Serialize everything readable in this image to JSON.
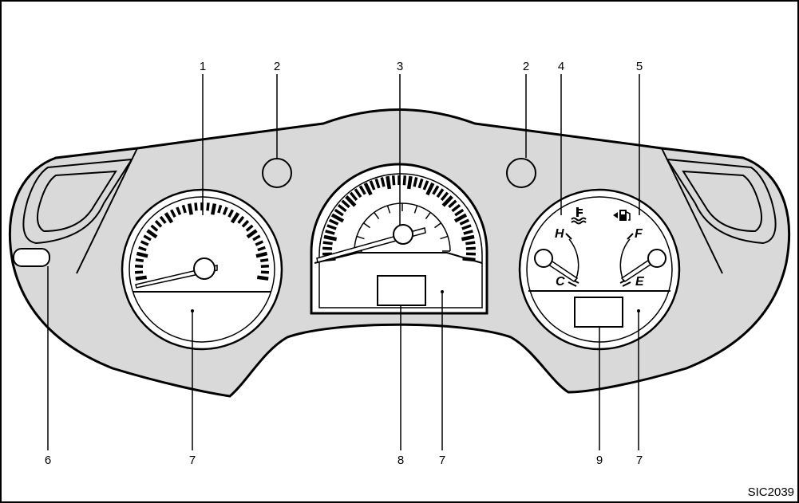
{
  "callouts": [
    {
      "label": "1"
    },
    {
      "label": "2"
    },
    {
      "label": "3"
    },
    {
      "label": "2"
    },
    {
      "label": "4"
    },
    {
      "label": "5"
    },
    {
      "label": "6"
    },
    {
      "label": "7"
    },
    {
      "label": "8"
    },
    {
      "label": "7"
    },
    {
      "label": "9"
    },
    {
      "label": "7"
    }
  ],
  "temp_gauge": {
    "hot": "H",
    "cold": "C",
    "icon": "coolant-temperature-icon"
  },
  "fuel_gauge": {
    "full": "F",
    "empty": "E",
    "icon": "fuel-pump-icon"
  },
  "figure_code": "SIC2039",
  "colors": {
    "line": "#000000",
    "panel": "#d9d9d9",
    "face": "#ffffff"
  }
}
